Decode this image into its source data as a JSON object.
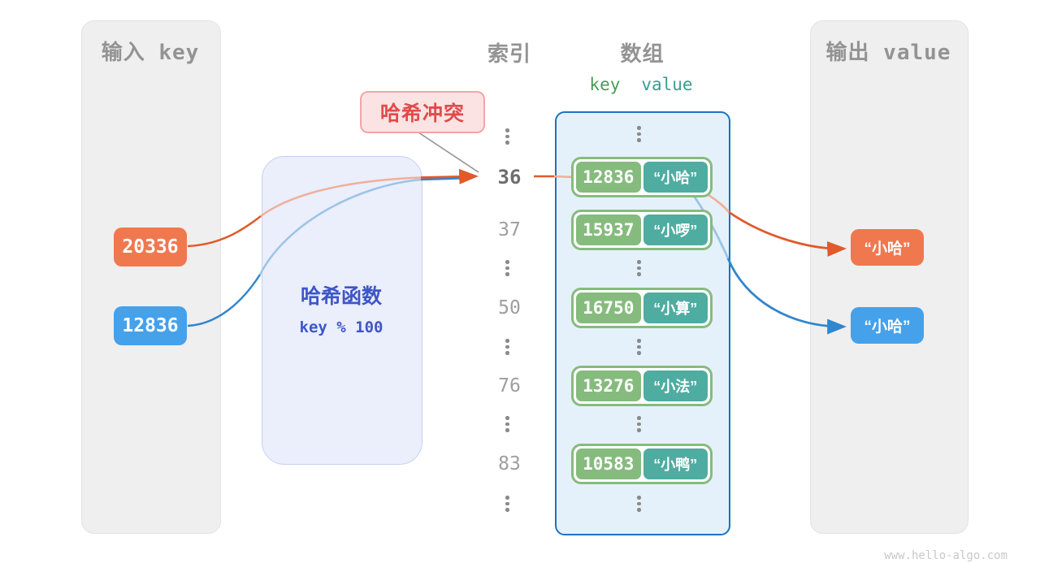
{
  "titles": {
    "input": "输入 key",
    "index": "索引",
    "array": "数组",
    "output": "输出 value"
  },
  "colors": {
    "orange": "#f0784e",
    "blue": "#45a1ea",
    "green": "#86bb7e",
    "teal": "#4faca0",
    "hash_text": "#3d56c8",
    "collision_red": "#e04b4b",
    "array_border": "#1d72c2",
    "panel_gray": "#efefef"
  },
  "inputs": [
    {
      "key": "20336"
    },
    {
      "key": "12836"
    }
  ],
  "hash_function": {
    "name": "哈希函数",
    "formula": "key % 100"
  },
  "collision": {
    "label": "哈希冲突"
  },
  "indices": {
    "i36": "36",
    "i37": "37",
    "i50": "50",
    "i76": "76",
    "i83": "83"
  },
  "array": {
    "key_header": "key",
    "value_header": "value",
    "rows": [
      {
        "key": "12836",
        "value": "“小哈”"
      },
      {
        "key": "15937",
        "value": "“小啰”"
      },
      {
        "key": "16750",
        "value": "“小算”"
      },
      {
        "key": "13276",
        "value": "“小法”"
      },
      {
        "key": "10583",
        "value": "“小鸭”"
      }
    ]
  },
  "outputs": [
    {
      "value": "“小哈”"
    },
    {
      "value": "“小哈”"
    }
  ],
  "watermark": "www.hello-algo.com"
}
